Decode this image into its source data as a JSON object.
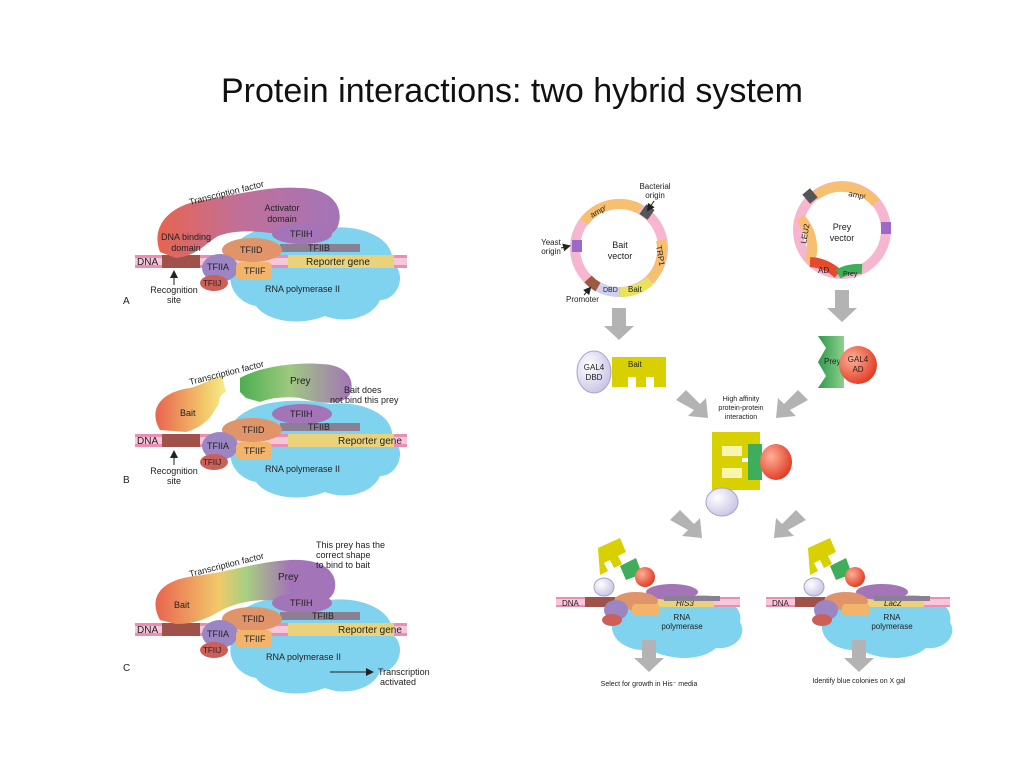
{
  "slide": {
    "title": "Protein interactions: two hybrid system"
  },
  "panelA": {
    "letter": "A",
    "transcription_factor": "Transcription factor",
    "activator_line1": "Activator",
    "activator_line2": "domain",
    "dbd_line1": "DNA binding",
    "dbd_line2": "domain",
    "dna": "DNA",
    "tfiih": "TFIIH",
    "tfiib": "TFIIB",
    "tfiid": "TFIID",
    "tfiia": "TFIIA",
    "tfiif": "TFIIF",
    "tfiij": "TFIIJ",
    "reporter": "Reporter gene",
    "rna_pol": "RNA polymerase II",
    "recog_line1": "Recognition",
    "recog_line2": "site"
  },
  "panelB": {
    "letter": "B",
    "transcription_factor": "Transcription factor",
    "prey": "Prey",
    "bait": "Bait",
    "note_line1": "Bait does",
    "note_line2": "not bind this prey",
    "dna": "DNA",
    "tfiih": "TFIIH",
    "tfiib": "TFIIB",
    "tfiid": "TFIID",
    "tfiia": "TFIIA",
    "tfiif": "TFIIF",
    "tfiij": "TFIIJ",
    "reporter": "Reporter gene",
    "rna_pol": "RNA polymerase II",
    "recog_line1": "Recognition",
    "recog_line2": "site"
  },
  "panelC": {
    "letter": "C",
    "transcription_factor": "Transcription factor",
    "prey": "Prey",
    "bait": "Bait",
    "note_line1": "This prey has the",
    "note_line2": "correct shape",
    "note_line3": "to bind to bait",
    "dna": "DNA",
    "tfiih": "TFIIH",
    "tfiib": "TFIIB",
    "tfiid": "TFIID",
    "tfiia": "TFIIA",
    "tfiif": "TFIIF",
    "tfiij": "TFIIJ",
    "reporter": "Reporter gene",
    "rna_pol": "RNA polymerase II",
    "activated_line1": "Transcription",
    "activated_line2": "activated"
  },
  "yeast": {
    "bait_vector_line1": "Bait",
    "bait_vector_line2": "vector",
    "amp": "ampʳ",
    "trp1": "TRP1",
    "bait_segment": "Bait",
    "dbd_segment": "DBD",
    "bacterial_line1": "Bacterial",
    "bacterial_line2": "origin",
    "yeast_line1": "Yeast",
    "yeast_line2": "origin",
    "promoter": "Promoter",
    "prey_vector_line1": "Prey",
    "prey_vector_line2": "vector",
    "leu2": "LEU2",
    "ad_segment": "AD",
    "prey_segment": "Prey",
    "gal4_dbd_line1": "GAL4",
    "gal4_dbd_line2": "DBD",
    "bait_label": "Bait",
    "prey_label": "Prey",
    "gal4_ad_line1": "GAL4",
    "gal4_ad_line2": "AD",
    "interaction_line1": "High affinity",
    "interaction_line2": "protein-protein",
    "interaction_line3": "interaction",
    "dna_left": "DNA",
    "dna_right": "DNA",
    "his3": "HIS3",
    "lacz": "LacZ",
    "rna_line1": "RNA",
    "rna_line2": "polymerase",
    "select_text": "Select for growth in His⁻ media",
    "identify_text": "Identify blue colonies on X gal"
  },
  "colors": {
    "dna_pink": "#e98fb6",
    "dna_brown": "#a0524a",
    "reporter_yellow": "#e9d27a",
    "polymerase_blue": "#7fd3ee",
    "activator_purple": "#a374b8",
    "dbd_red": "#e86450",
    "tfiid_orange": "#e0946a",
    "tfiif_orange": "#f2b46a",
    "tfiia_purple": "#9b85c2",
    "tfiij_red": "#cc6058",
    "tfiib_gray": "#8a7f93",
    "bait_yellow": "#d8d000",
    "prey_green": "#3fae5a",
    "ad_red": "#e54a2a",
    "dbd_lavender": "#d9d5ec",
    "arrow_gray": "#b3b3b3"
  }
}
